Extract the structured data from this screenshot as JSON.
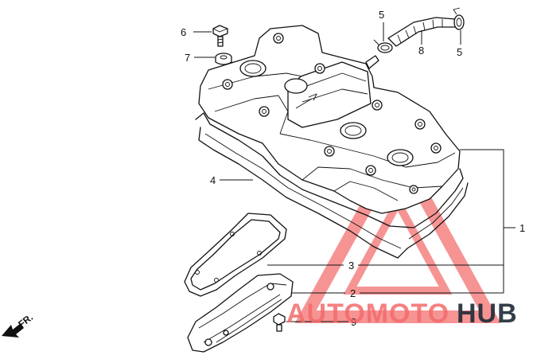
{
  "callouts": {
    "c1": "1",
    "c2": "2",
    "c3": "3",
    "c4": "4",
    "c5a": "5",
    "c5b": "5",
    "c6": "6",
    "c7": "7",
    "c8": "8",
    "c9": "9"
  },
  "direction_label": "FR.",
  "watermark": {
    "text_red": "AUTOMOTO",
    "text_dark": "HUB",
    "color_red": "#f36c6c",
    "color_dark": "#1f2a36"
  }
}
